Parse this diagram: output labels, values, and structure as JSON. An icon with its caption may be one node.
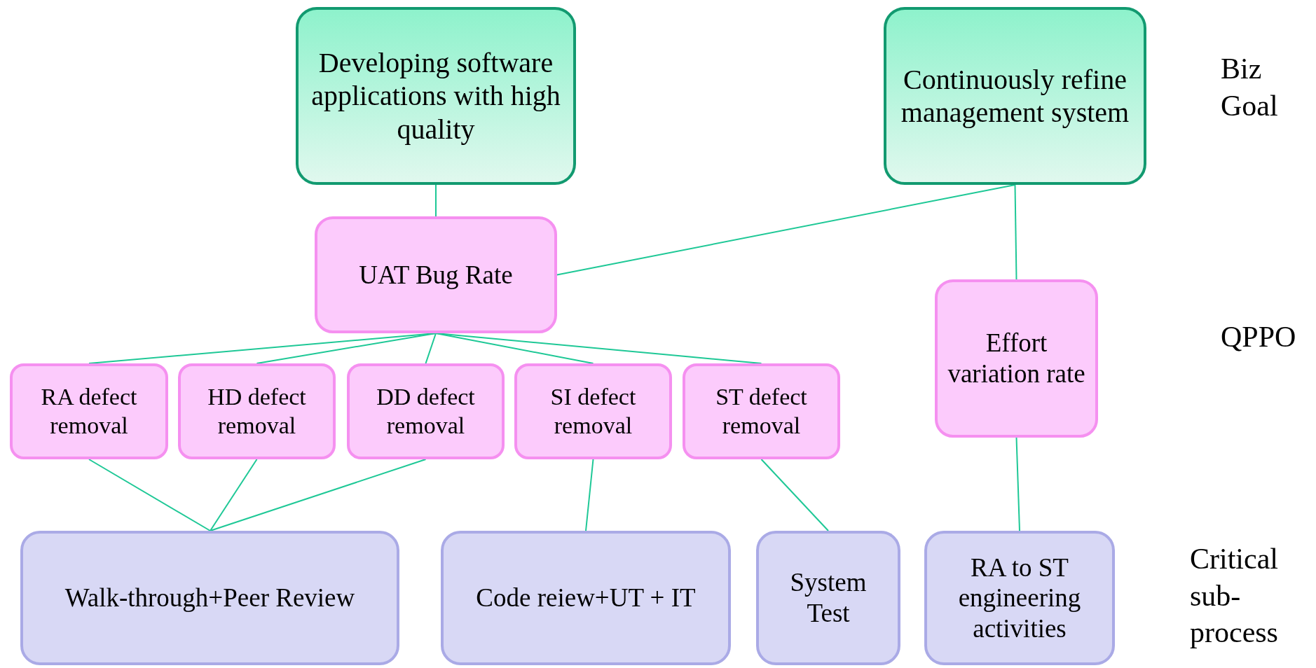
{
  "diagram": {
    "nodes": [
      {
        "text": [
          "Developing software applications with high quality"
        ]
      },
      {
        "text": [
          "Continuously refine management system"
        ]
      },
      {
        "text": [
          "UAT Bug Rate"
        ]
      },
      {
        "text": [
          "Effort variation rate"
        ]
      },
      {
        "text": [
          "RA defect removal"
        ]
      },
      {
        "text": [
          "HD defect removal"
        ]
      },
      {
        "text": [
          "DD defect removal"
        ]
      },
      {
        "text": [
          "SI defect removal"
        ]
      },
      {
        "text": [
          "ST defect removal"
        ]
      },
      {
        "text": [
          "Walk-through+Peer Review"
        ]
      },
      {
        "text": [
          "Code reiew+UT + IT"
        ]
      },
      {
        "text": [
          "System Test"
        ]
      },
      {
        "text": [
          "RA to ST engineering activities"
        ]
      }
    ],
    "edges": [
      {
        "from": 0,
        "to": 2,
        "arrow": "none"
      },
      {
        "from": 1,
        "to": 2,
        "arrow": "none"
      },
      {
        "from": 1,
        "to": 3,
        "arrow": "none"
      },
      {
        "from": 2,
        "to": 4,
        "arrow": "none"
      },
      {
        "from": 2,
        "to": 5,
        "arrow": "none"
      },
      {
        "from": 2,
        "to": 6,
        "arrow": "none"
      },
      {
        "from": 2,
        "to": 7,
        "arrow": "none"
      },
      {
        "from": 2,
        "to": 8,
        "arrow": "none"
      },
      {
        "from": 4,
        "to": 9,
        "arrow": "none"
      },
      {
        "from": 5,
        "to": 9,
        "arrow": "none"
      },
      {
        "from": 6,
        "to": 9,
        "arrow": "none"
      },
      {
        "from": 7,
        "to": 10,
        "arrow": "none"
      },
      {
        "from": 8,
        "to": 11,
        "arrow": "none"
      },
      {
        "from": 3,
        "to": 12,
        "arrow": "none"
      }
    ],
    "labels": [
      "Biz Goal",
      "QPPO",
      "Critical sub-process"
    ]
  }
}
